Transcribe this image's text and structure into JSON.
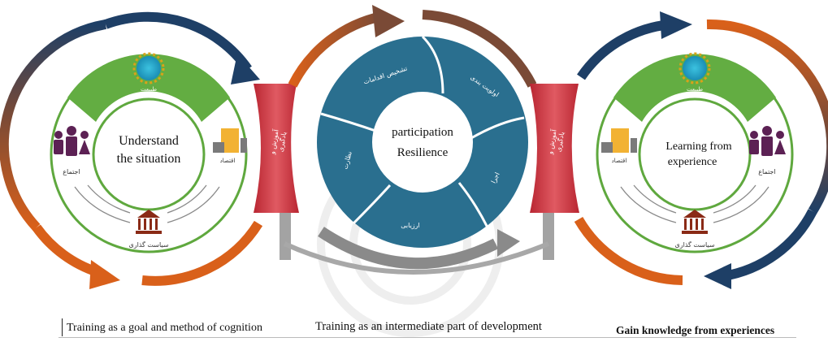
{
  "left_cycle": {
    "center_text_line1": "Understand",
    "center_text_line2": "the situation",
    "nature_label": "طبیعت",
    "society_label": "اجتماع",
    "economy_label": "اقتصاد",
    "policy_label": "سیاست گذاری"
  },
  "left_connector_label_line1": "آموزش و",
  "left_connector_label_line2": "یادگیری",
  "center_cycle": {
    "center_text_line1": "participation",
    "center_text_line2": "Resilience",
    "segments": [
      "تشخیص اقدامات",
      "اولویت بندی",
      "اجرا",
      "ارزیابی",
      "نظارت"
    ]
  },
  "right_connector_label_line1": "آموزش و",
  "right_connector_label_line2": "یادگیری",
  "right_cycle": {
    "center_text_line1": "Learning from",
    "center_text_line2": "experience",
    "nature_label": "طبیعت",
    "society_label": "اجتماع",
    "economy_label": "اقتصاد",
    "policy_label": "سیاست گذاری"
  },
  "captions": {
    "left": "Training as a goal and method of cognition",
    "middle": "Training as an intermediate part of development",
    "right": "Gain knowledge from experiences"
  },
  "colors": {
    "blue_dark": "#1e3f66",
    "orange": "#d9601a",
    "brown": "#7a4a36",
    "green": "#5fa83e",
    "teal": "#2a6f8f",
    "red": "#d8434c",
    "purple": "#5c2154",
    "gray_pillar": "#9a9a9a"
  }
}
